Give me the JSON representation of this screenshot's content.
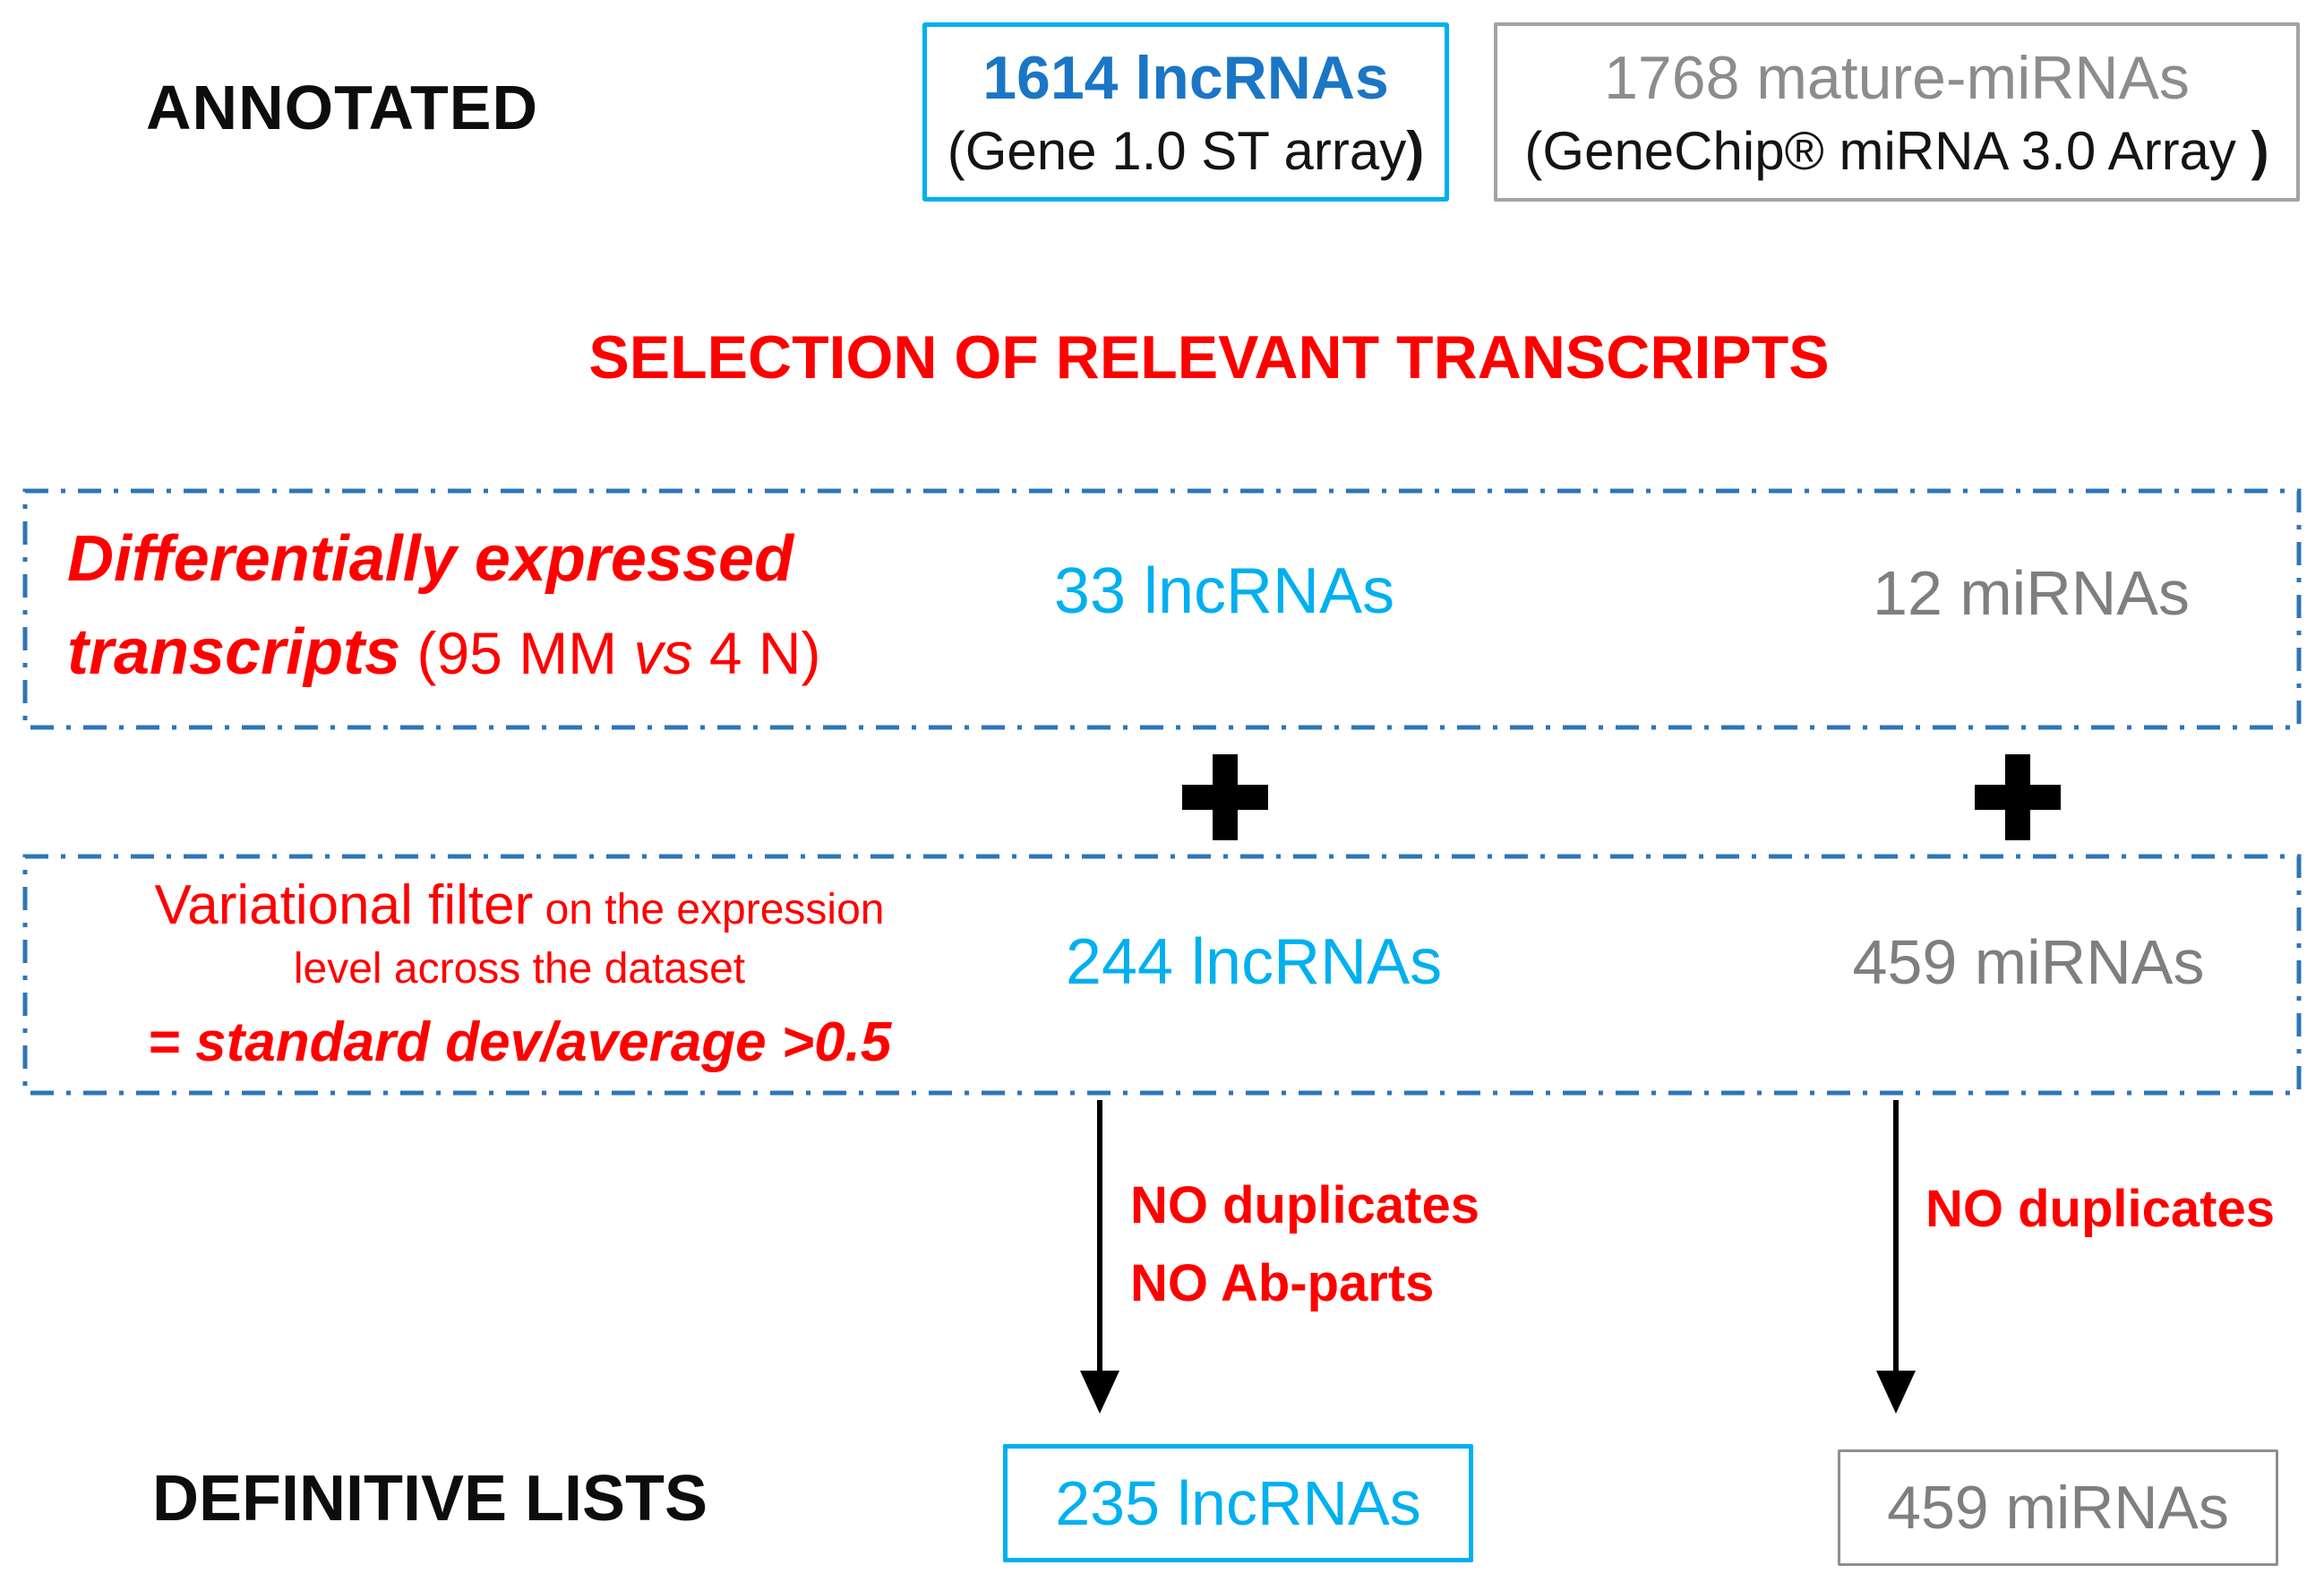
{
  "colors": {
    "cyan_accent": "#00B0F0",
    "blue_accent": "#1B76C5",
    "gray_text": "#7F7F7F",
    "gray_border": "#A3A3A3",
    "red_accent": "#FF0000",
    "dash_border_blue": "#2E75B6",
    "black_text": "#0D0D0D"
  },
  "annotated_row": {
    "label": "ANNOTATED",
    "lncrna_box": {
      "count": "1614 lncRNAs",
      "platform": "(Gene 1.0 ST array",
      "closing_paren": ")"
    },
    "mirna_box": {
      "count": "1768 mature-miRNAs",
      "platform": "(GeneChip® miRNA 3.0 Array ",
      "closing_paren": ")"
    }
  },
  "section_title": "SELECTION OF RELEVANT TRANSCRIPTS",
  "differential_box": {
    "heading_line1": "Differentially expressed",
    "heading_line2_bold": "transcripts",
    "heading_detail_open": " (95 MM ",
    "heading_detail_vs": "vs",
    "heading_detail_close": " 4 N)",
    "lncrna_count": "33 lncRNAs",
    "mirna_count": "12 miRNAs"
  },
  "variational_box": {
    "heading_large": "Variational filter",
    "heading_small": " on the expression",
    "heading_line2": "level across the dataset",
    "heading_line3": "= standard dev/average >0.5",
    "lncrna_count": "244 lncRNAs",
    "mirna_count": "459 miRNAs"
  },
  "arrow_notes": {
    "lncrna": [
      "NO duplicates",
      "NO Ab-parts"
    ],
    "mirna": [
      "NO duplicates"
    ]
  },
  "definitive_row": {
    "label": "DEFINITIVE LISTS",
    "lncrna_box_count": "235 lncRNAs",
    "mirna_box_count": "459 miRNAs"
  }
}
